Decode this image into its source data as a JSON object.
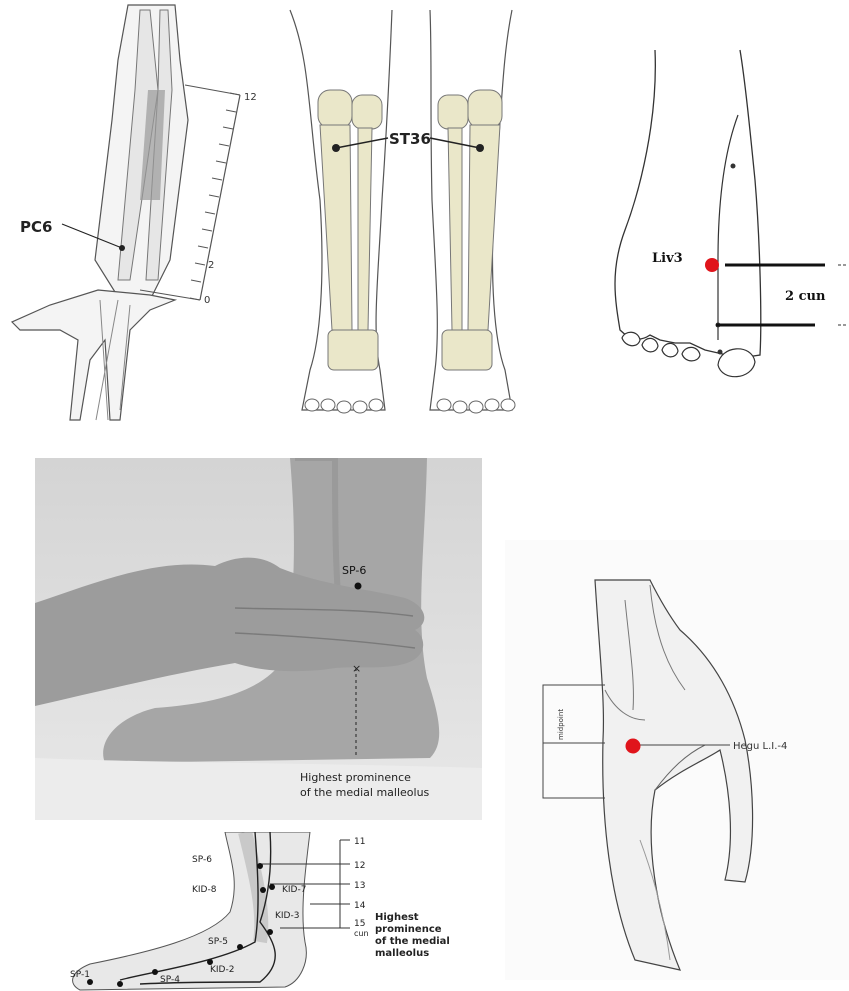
{
  "forearm": {
    "point_label": "PC6",
    "scale_top": "12",
    "scale_two": "2",
    "scale_zero": "0"
  },
  "legs": {
    "point_label": "ST36"
  },
  "foot": {
    "point_label": "Liv3",
    "distance_label": "2 cun",
    "point_color": "#e0141b"
  },
  "ankle_photo": {
    "point_label": "SP-6",
    "caption_line1": "Highest prominence",
    "caption_line2": "of the medial malleolus"
  },
  "ankle_chart": {
    "points": [
      "SP-6",
      "KID-8",
      "KID-7",
      "KID-3",
      "SP-5",
      "SP-1",
      "SP-4",
      "KID-2"
    ],
    "scale": [
      "11",
      "12",
      "13",
      "14",
      "15"
    ],
    "scale_unit": "cun",
    "note_line1": "Highest",
    "note_line2": "prominence",
    "note_line3": "of the medial",
    "note_line4": "malleolus"
  },
  "hand": {
    "point_label": "Hegu L.I.-4",
    "bracket_label": "midpoint",
    "point_color": "#e0141b"
  }
}
